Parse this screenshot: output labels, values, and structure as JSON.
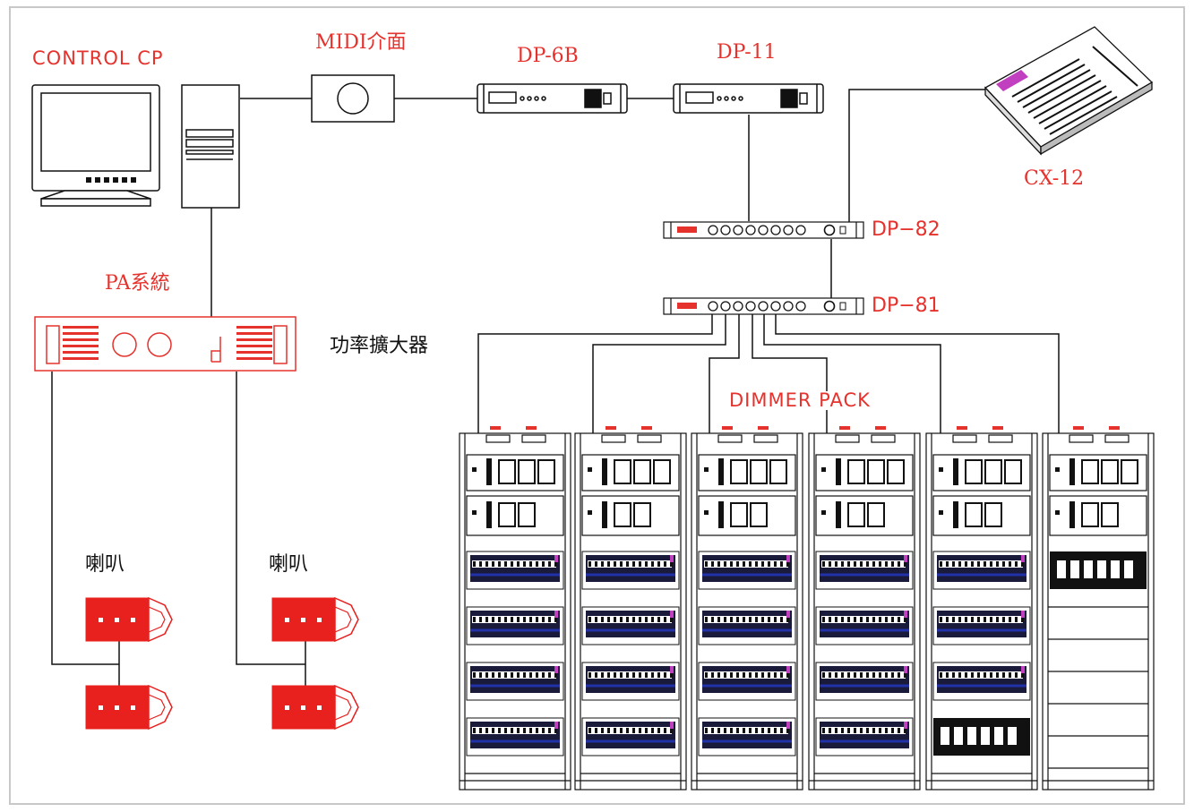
{
  "labels": {
    "control_cp": "CONTROL  CP",
    "midi": "MIDI介面",
    "dp6b": "DP-6B",
    "dp11": "DP-11",
    "cx12": "CX-12",
    "dp82": "DP−82",
    "dp81": "DP−81",
    "pa": "PA系統",
    "amp": "功率擴大器",
    "dimmer": "DIMMER  PACK",
    "spk1": "喇叭",
    "spk2": "喇叭"
  },
  "colors": {
    "accent_red": "#e5322d",
    "speaker_fill": "#e8201e",
    "line": "#111111",
    "cable_blue": "#2233aa",
    "console_pink": "#c040c0"
  },
  "dimmer_racks": [
    {
      "module_rows": 4,
      "switch_rows": 0
    },
    {
      "module_rows": 4,
      "switch_rows": 0
    },
    {
      "module_rows": 4,
      "switch_rows": 0
    },
    {
      "module_rows": 4,
      "switch_rows": 0
    },
    {
      "module_rows": 3,
      "switch_rows": 1
    },
    {
      "module_rows": 0,
      "switch_rows": 1
    }
  ]
}
